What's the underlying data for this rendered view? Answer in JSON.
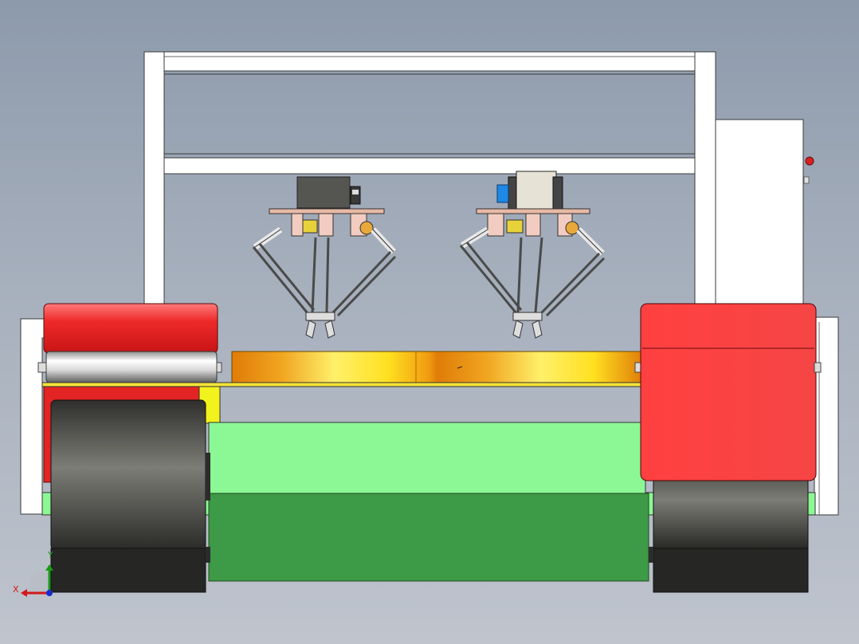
{
  "view": {
    "background_top": "#8d9aab",
    "background_bottom": "#bfc4cd"
  },
  "model": {
    "components": [
      "frame",
      "electrical-cabinet",
      "left-delta-robot",
      "right-delta-robot",
      "conveyor-belt",
      "left-end-roller",
      "left-drive-housing",
      "right-drive-housing",
      "green-chassis",
      "left-wheel",
      "right-wheel"
    ],
    "colors": {
      "frame": "#ffffff",
      "housing_red": "#f23a3a",
      "belt_orange": "#e88a10",
      "belt_yellow": "#ffee40",
      "chassis_light": "#8cf795",
      "chassis_dark": "#3d9a46",
      "wheel": "#3a3a38",
      "gripper_plate": "#e8b9a6"
    }
  },
  "triad": {
    "x_label": "X",
    "y_label": "Y",
    "x_color": "#d21a1a",
    "y_color": "#1a9a1a"
  }
}
